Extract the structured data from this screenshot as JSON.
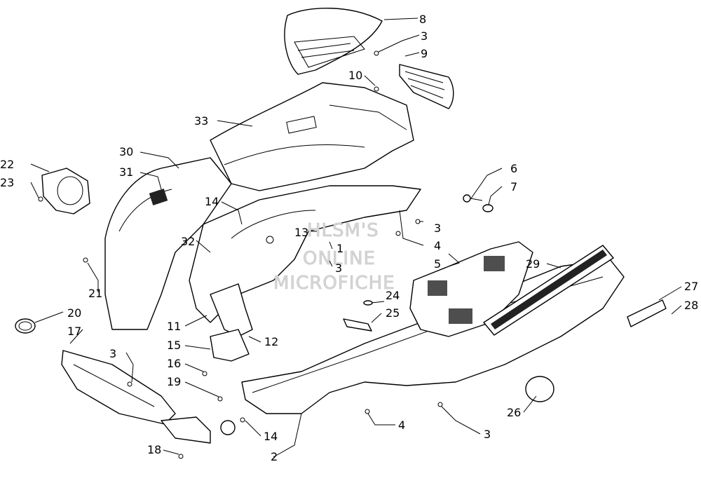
{
  "watermark": {
    "line1": "HLSM'S",
    "line2": "ONLINE",
    "line3": "MICROFICHE"
  },
  "callouts": {
    "c1": "1",
    "c2": "2",
    "c3a": "3",
    "c3b": "3",
    "c3c": "3",
    "c3d": "3",
    "c3e": "3",
    "c4a": "4",
    "c4b": "4",
    "c5": "5",
    "c6": "6",
    "c7": "7",
    "c8": "8",
    "c9": "9",
    "c10": "10",
    "c11": "11",
    "c12": "12",
    "c13": "13",
    "c14a": "14",
    "c14b": "14",
    "c15": "15",
    "c16": "16",
    "c17": "17",
    "c18": "18",
    "c19": "19",
    "c20": "20",
    "c21": "21",
    "c22": "22",
    "c23": "23",
    "c24": "24",
    "c25": "25",
    "c26": "26",
    "c27": "27",
    "c28": "28",
    "c29": "29",
    "c30": "30",
    "c31": "31",
    "c32": "32",
    "c33": "33"
  },
  "icons": [
    "part-drawing",
    "screw",
    "decal"
  ]
}
